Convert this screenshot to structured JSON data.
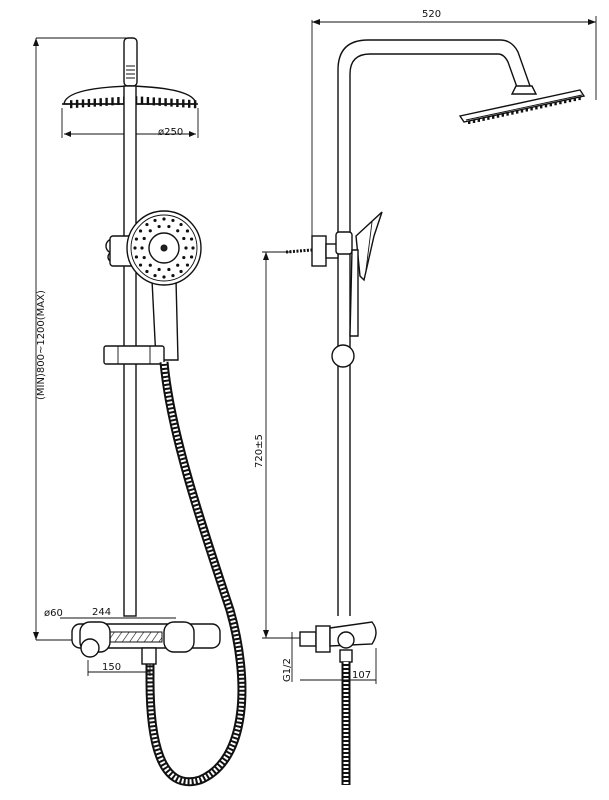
{
  "dimensions": {
    "head_diameter": "ø250",
    "height_range": "(MIN)800~1200(MAX)",
    "pipe_diameter": "ø60",
    "valve_width": "244",
    "valve_centers": "150",
    "arm_reach": "520",
    "outlet_height": "720±5",
    "thread": "G1/2",
    "depth": "107"
  }
}
